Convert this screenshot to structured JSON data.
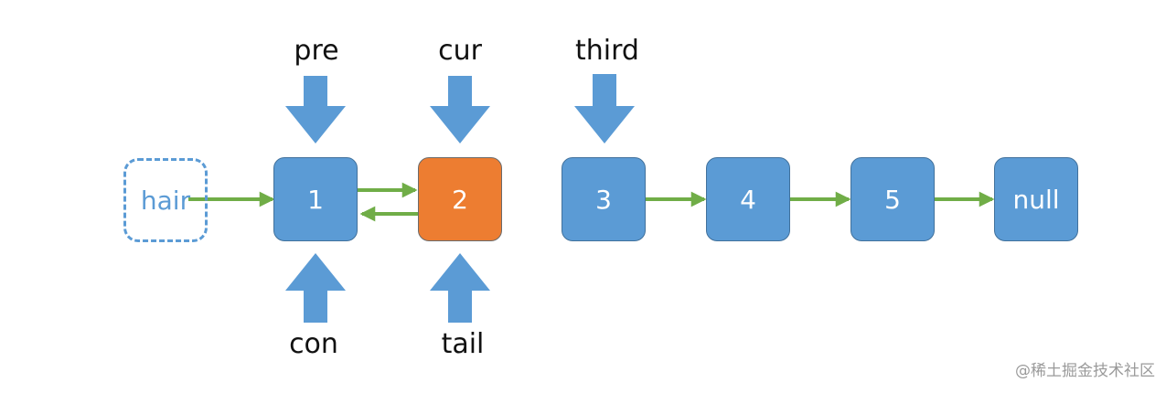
{
  "colors": {
    "node_blue": "#5b9bd5",
    "node_orange": "#ed7d31",
    "arrow_green": "#70ad47",
    "pointer_blue": "#5b9bd5"
  },
  "nodes": [
    {
      "id": "hair",
      "label": "hair",
      "style": "dashed"
    },
    {
      "id": "n1",
      "label": "1",
      "style": "blue"
    },
    {
      "id": "n2",
      "label": "2",
      "style": "orange"
    },
    {
      "id": "n3",
      "label": "3",
      "style": "blue"
    },
    {
      "id": "n4",
      "label": "4",
      "style": "blue"
    },
    {
      "id": "n5",
      "label": "5",
      "style": "blue"
    },
    {
      "id": "null",
      "label": "null",
      "style": "blue"
    }
  ],
  "pointers": {
    "pre": "pre",
    "cur": "cur",
    "third": "third",
    "con": "con",
    "tail": "tail"
  },
  "watermark": "@稀土掘金技术社区"
}
